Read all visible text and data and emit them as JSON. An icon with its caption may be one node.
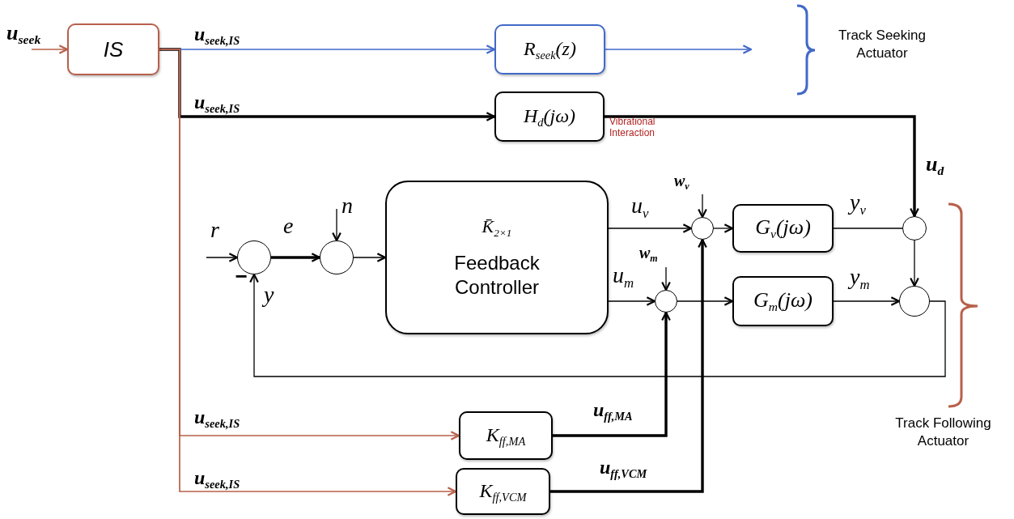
{
  "diagram": {
    "nodes": [
      {
        "text": [
          "IS"
        ]
      },
      {
        "text": [
          "R$_{seek}$(z)"
        ]
      },
      {
        "text": [
          "H$_{d}$(jω)"
        ],
        "beside": [
          "Vibrational Interaction"
        ]
      },
      {
        "text": [],
        "shape": "circle"
      },
      {
        "text": [],
        "shape": "circle"
      },
      {
        "text": [
          "K̄$_{2×1}$",
          "Feedback Controller"
        ]
      },
      {
        "text": [],
        "shape": "circle"
      },
      {
        "text": [],
        "shape": "circle"
      },
      {
        "text": [
          "G$_{v}$(jω)"
        ]
      },
      {
        "text": [
          "G$_{m}$(jω)"
        ]
      },
      {
        "text": [],
        "shape": "circle"
      },
      {
        "text": [],
        "shape": "circle"
      },
      {
        "text": [
          "K$_{ff,MA}$"
        ]
      },
      {
        "text": [
          "K$_{ff,VCM}$"
        ]
      }
    ],
    "edges": [
      {
        "from": null,
        "to": 0,
        "arrow": "to",
        "label": "u$_{seek}$",
        "color": "#b8604a"
      },
      {
        "from": 0,
        "to": 1,
        "arrow": "to",
        "label": "u$_{seek,IS}$",
        "color": "#4169c8"
      },
      {
        "from": 0,
        "to": 2,
        "arrow": "to",
        "label": "u$_{seek,IS}$",
        "style": "thick"
      },
      {
        "from": 0,
        "to": 12,
        "arrow": "to",
        "label": "u$_{seek,IS}$",
        "color": "#b8604a"
      },
      {
        "from": 0,
        "to": 13,
        "arrow": "to",
        "label": "u$_{seek,IS}$",
        "color": "#b8604a"
      },
      {
        "from": 1,
        "to": null,
        "arrow": "to",
        "color": "#4169c8"
      },
      {
        "from": 2,
        "to": 10,
        "arrow": "to",
        "label": "u$_{d}$",
        "style": "thick"
      },
      {
        "from": null,
        "to": 3,
        "arrow": "to",
        "label": "r"
      },
      {
        "from": 3,
        "to": 4,
        "arrow": "to",
        "label": "e",
        "style": "thick"
      },
      {
        "from": null,
        "to": 4,
        "arrow": "to",
        "label": "n"
      },
      {
        "from": 4,
        "to": 5,
        "arrow": "to"
      },
      {
        "from": 5,
        "to": 6,
        "arrow": "to",
        "label": "u$_{v}$"
      },
      {
        "from": 5,
        "to": 7,
        "arrow": "to",
        "label": "u$_{m}$"
      },
      {
        "from": null,
        "to": 6,
        "arrow": "to",
        "label": "w$_{v}$"
      },
      {
        "from": null,
        "to": 7,
        "arrow": "to",
        "label": "w$_{m}$"
      },
      {
        "from": 6,
        "to": 8,
        "arrow": "to"
      },
      {
        "from": 7,
        "to": 9,
        "arrow": "to"
      },
      {
        "from": 8,
        "to": 10,
        "arrow": "none",
        "label": "y$_{v}$"
      },
      {
        "from": 9,
        "to": 11,
        "arrow": "to",
        "label": "y$_{m}$"
      },
      {
        "from": 10,
        "to": 11,
        "arrow": "to"
      },
      {
        "from": 11,
        "to": 3,
        "arrow": "to",
        "label": "y"
      },
      {
        "from": 12,
        "to": 7,
        "arrow": "to",
        "label": "u$_{ff,MA}$",
        "style": "thick"
      },
      {
        "from": 13,
        "to": 6,
        "arrow": "to",
        "label": "u$_{ff,VCM}$",
        "style": "thick"
      }
    ],
    "labels": [
      "Track Seeking Actuator",
      "−",
      "Track Following Actuator"
    ]
  }
}
